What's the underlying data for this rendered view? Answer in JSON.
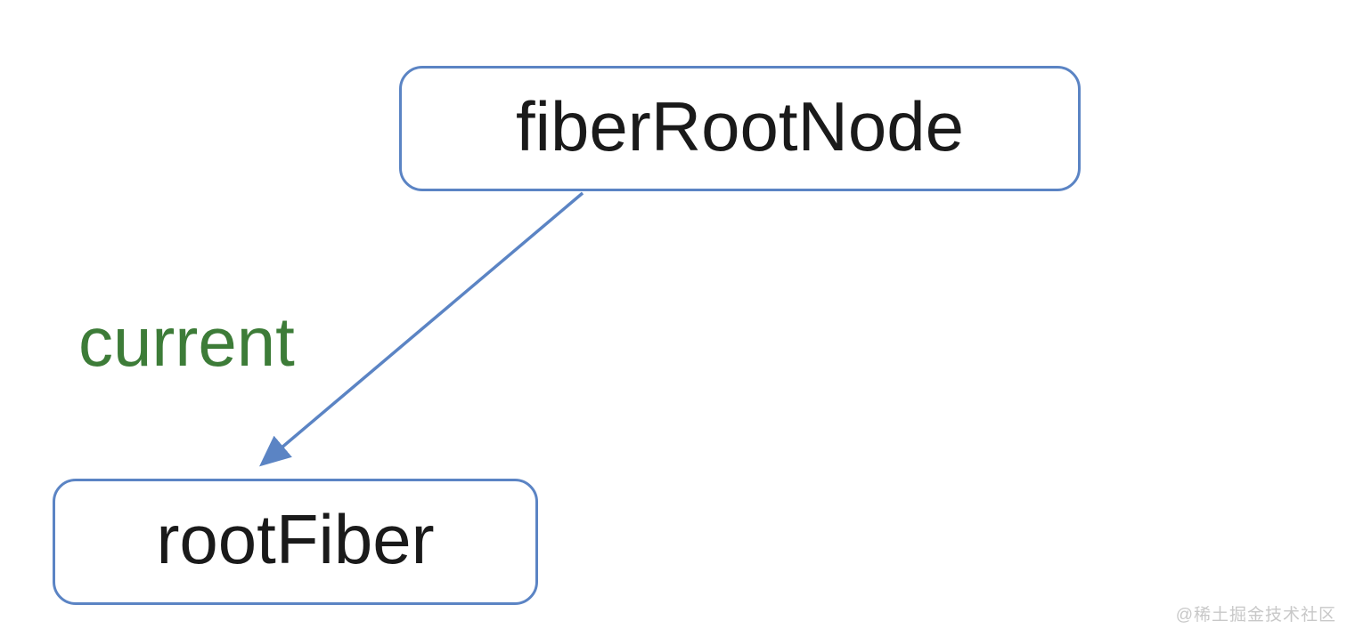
{
  "diagram": {
    "nodes": [
      {
        "id": "fiberRootNode",
        "label": "fiberRootNode"
      },
      {
        "id": "rootFiber",
        "label": "rootFiber"
      }
    ],
    "edges": [
      {
        "from": "fiberRootNode",
        "to": "rootFiber",
        "label": "current"
      }
    ]
  },
  "watermark": {
    "text": "@稀土掘金技术社区"
  },
  "colors": {
    "node_border": "#5b84c4",
    "node_text": "#1a1a1a",
    "arrow": "#5b84c4",
    "edge_label": "#3d7c38",
    "watermark": "#c8c8c8",
    "background": "#ffffff"
  }
}
